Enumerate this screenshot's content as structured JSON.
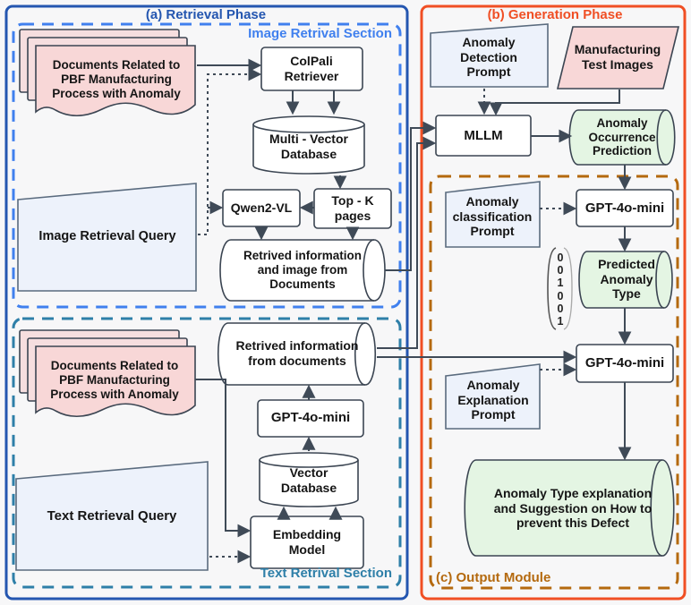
{
  "phases": {
    "retrieval": "(a) Retrieval Phase",
    "generation": "(b) Generation Phase",
    "output": "(c) Output Module",
    "image_section": "Image Retrival Section",
    "text_section": "Text Retrival Section"
  },
  "nodes": {
    "docs_image": "Documents Related to PBF Manufacturing Process with Anomaly",
    "colpali": "ColPali Retriever",
    "multi_vector_db": "Multi - Vector Database",
    "qwen2vl": "Qwen2-VL",
    "top_k_pages": "Top - K pages",
    "retrieved_image": "Retrived information and image from Documents",
    "image_query": "Image Retrieval Query",
    "docs_text": "Documents Related to PBF Manufacturing Process with Anomaly",
    "retrieved_text": "Retrived information from documents",
    "gpt4o_mini_retrieval": "GPT-4o-mini",
    "vector_db": "Vector Database",
    "embedding_model": "Embedding Model",
    "text_query": "Text Retrieval Query",
    "detection_prompt": "Anomaly Detection Prompt",
    "test_images": "Manufacturing Test Images",
    "mllm": "MLLM",
    "occurrence_prediction": "Anomaly Occurrence Prediction",
    "classification_prompt": "Anomaly classification Prompt",
    "gpt4o_mini_classify": "GPT-4o-mini",
    "predicted_type": "Predicted Anomaly Type",
    "gpt4o_mini_explain": "GPT-4o-mini",
    "explanation_prompt": "Anomaly Explanation Prompt",
    "final_output": "Anomaly Type explanation and Suggestion on How to prevent this Defect"
  },
  "binary_vector": {
    "digits": [
      "0",
      "0",
      "1",
      "0",
      "0",
      "1"
    ]
  },
  "colors": {
    "retrieval_border": "#2456b0",
    "image_section_border": "#4080ee",
    "text_section_border": "#2e7fa8",
    "generation_border": "#f04f24",
    "output_border": "#b4690e",
    "document_fill": "#f8d7d7",
    "query_prompt_fill": "#edf2fb",
    "output_fill": "#e4f5e3",
    "node_fill": "#ffffff",
    "arrow": "#3f4a57",
    "background": "#f7f7f8"
  }
}
